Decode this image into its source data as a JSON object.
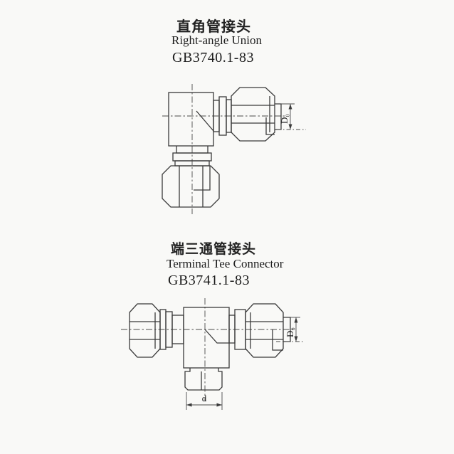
{
  "page": {
    "background": "#f9f9f7",
    "line_color": "#3a3a3a",
    "text_color": "#1c1c1c"
  },
  "section1": {
    "title_zh": "直角管接头",
    "title_en": "Right-angle Union",
    "standard": "GB3740.1-83",
    "dim_d0": "D₀"
  },
  "section2": {
    "title_zh": "端三通管接头",
    "title_en": "Terminal Tee Connector",
    "standard": "GB3741.1-83",
    "dim_d0": "D₀",
    "dim_d": "d"
  }
}
